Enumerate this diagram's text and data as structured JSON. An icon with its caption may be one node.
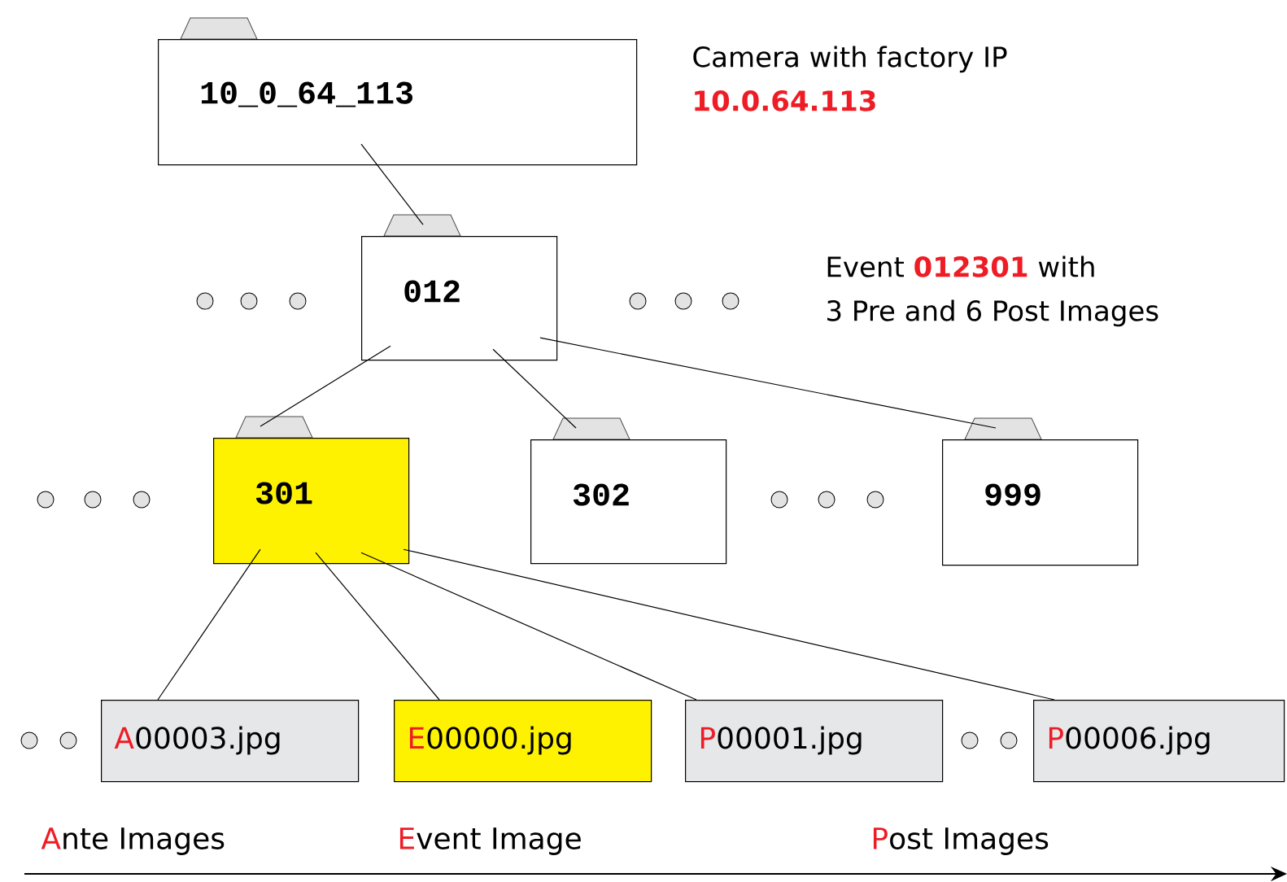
{
  "diagram": {
    "nodes": [
      {
        "text": [
          "10_0_64_113"
        ]
      },
      {
        "text": [
          "012"
        ]
      },
      {
        "text": [
          "301"
        ]
      },
      {
        "text": [
          "302"
        ]
      },
      {
        "text": [
          "999"
        ]
      },
      {
        "text": [
          "A",
          "00003.jpg"
        ]
      },
      {
        "text": [
          "E",
          "00000.jpg"
        ]
      },
      {
        "text": [
          "P",
          "00001.jpg"
        ]
      },
      {
        "text": [
          "P",
          "00006.jpg"
        ]
      }
    ],
    "edges": [
      {
        "from": 0,
        "to": 1,
        "arrow": "none"
      },
      {
        "from": 1,
        "to": 2,
        "arrow": "none"
      },
      {
        "from": 1,
        "to": 3,
        "arrow": "none"
      },
      {
        "from": 1,
        "to": 4,
        "arrow": "none"
      },
      {
        "from": 2,
        "to": 5,
        "arrow": "none"
      },
      {
        "from": 2,
        "to": 6,
        "arrow": "none"
      },
      {
        "from": 2,
        "to": 7,
        "arrow": "none"
      },
      {
        "from": 2,
        "to": 8,
        "arrow": "none"
      }
    ],
    "labels": [
      "Camera with factory IP",
      "10.0.64.113",
      "Event",
      "012301",
      "with",
      "3 Pre and 6 Post Images",
      "A",
      "nte Images",
      "E",
      "vent Image",
      "P",
      "ost Images"
    ]
  }
}
